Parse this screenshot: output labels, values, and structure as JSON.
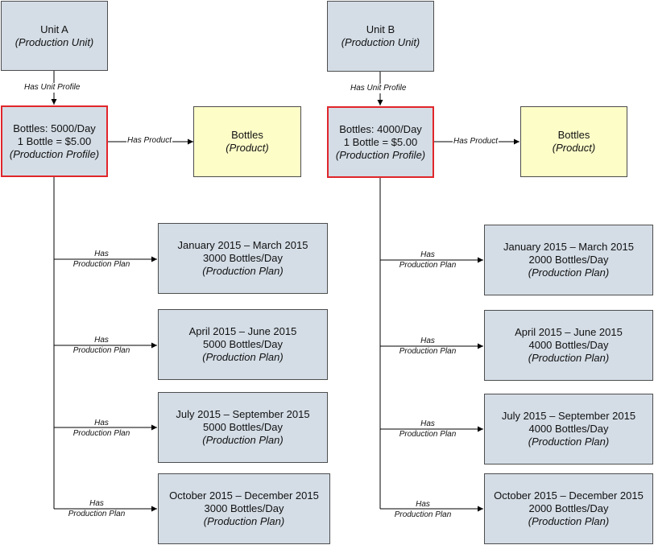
{
  "unit_a": {
    "name": "Unit A",
    "type": "(Production Unit)"
  },
  "unit_b": {
    "name": "Unit B",
    "type": "(Production Unit)"
  },
  "profile_a": {
    "rate": "Bottles: 5000/Day",
    "price": "1 Bottle = $5.00",
    "type": "(Production Profile)"
  },
  "profile_b": {
    "rate": "Bottles: 4000/Day",
    "price": "1 Bottle = $5.00",
    "type": "(Production Profile)"
  },
  "product_a": {
    "name": "Bottles",
    "type": "(Product)"
  },
  "product_b": {
    "name": "Bottles",
    "type": "(Product)"
  },
  "relations": {
    "has_unit_profile": "Has Unit Profile",
    "has_product": "Has Product",
    "has": "Has",
    "production_plan": "Production Plan"
  },
  "plans_a": [
    {
      "period": "January 2015 – March 2015",
      "rate": "3000 Bottles/Day",
      "type": "(Production Plan)"
    },
    {
      "period": "April 2015 – June 2015",
      "rate": "5000 Bottles/Day",
      "type": "(Production Plan)"
    },
    {
      "period": "July 2015 – September 2015",
      "rate": "5000 Bottles/Day",
      "type": "(Production Plan)"
    },
    {
      "period": "October 2015 – December 2015",
      "rate": "3000 Bottles/Day",
      "type": "(Production Plan)"
    }
  ],
  "plans_b": [
    {
      "period": "January 2015 – March 2015",
      "rate": "2000 Bottles/Day",
      "type": "(Production Plan)"
    },
    {
      "period": "April 2015 – June 2015",
      "rate": "4000 Bottles/Day",
      "type": "(Production Plan)"
    },
    {
      "period": "July 2015 – September 2015",
      "rate": "4000 Bottles/Day",
      "type": "(Production Plan)"
    },
    {
      "period": "October 2015 – December 2015",
      "rate": "2000 Bottles/Day",
      "type": "(Production Plan)"
    }
  ]
}
